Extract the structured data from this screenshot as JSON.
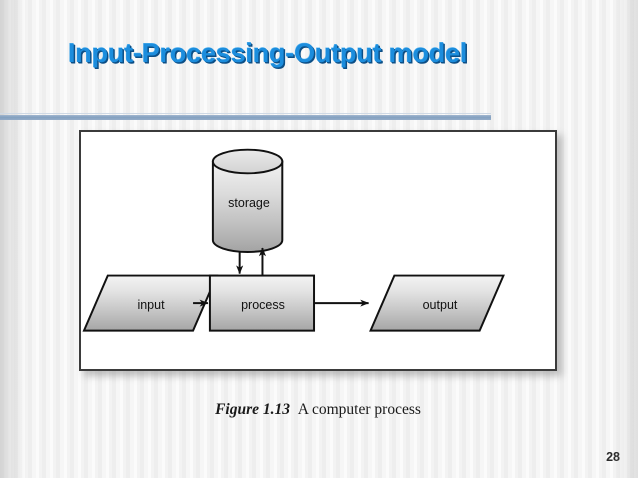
{
  "slide": {
    "title": "Input-Processing-Output model",
    "page_number": "28",
    "accent_color": "#1c8ddd",
    "accent_shadow_color": "#0d4f86",
    "divider_color": "#7e9dbe",
    "background_color": "#f0f0f0"
  },
  "figure": {
    "caption_number": "Figure 1.13",
    "caption_text": "A computer process",
    "frame_border_color": "#3b3b3b",
    "frame_background": "#ffffff"
  },
  "diagram": {
    "type": "flowchart",
    "nodes": [
      {
        "id": "storage",
        "label": "storage",
        "shape": "cylinder"
      },
      {
        "id": "input",
        "label": "input",
        "shape": "parallelogram"
      },
      {
        "id": "process",
        "label": "process",
        "shape": "rectangle"
      },
      {
        "id": "output",
        "label": "output",
        "shape": "parallelogram"
      }
    ],
    "edges": [
      {
        "from": "input",
        "to": "process",
        "direction": "right"
      },
      {
        "from": "process",
        "to": "output",
        "direction": "right"
      },
      {
        "from": "storage",
        "to": "process",
        "direction": "down"
      },
      {
        "from": "process",
        "to": "storage",
        "direction": "up"
      }
    ],
    "stroke_color": "#111111",
    "fill_top": "#f3f3f3",
    "fill_bottom": "#a8a8a8"
  }
}
